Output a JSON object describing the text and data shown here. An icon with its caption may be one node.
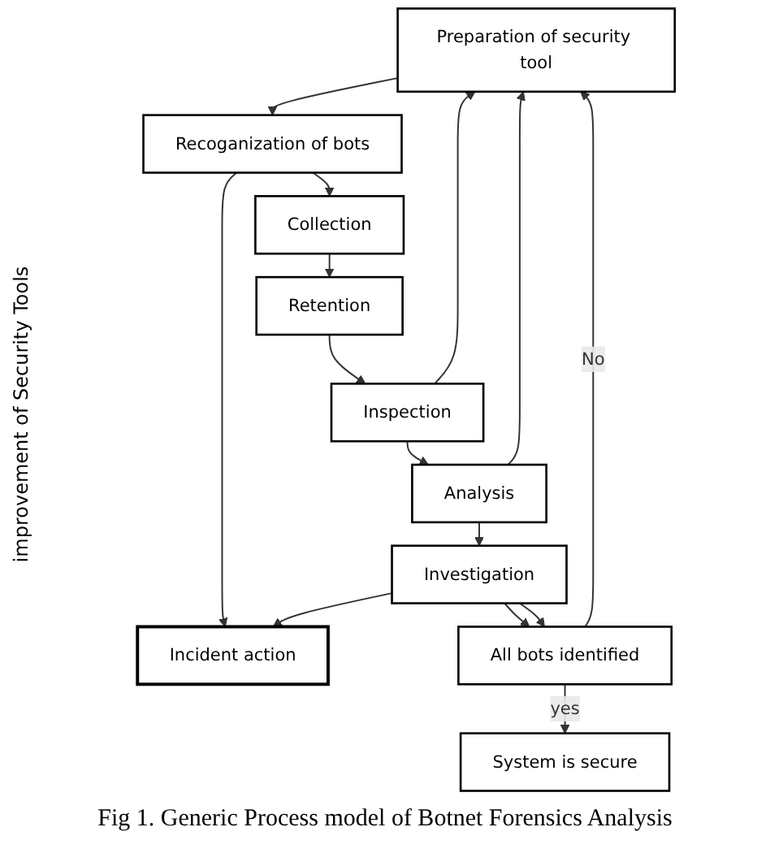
{
  "diagram": {
    "caption": "Fig 1. Generic Process model of Botnet Forensics Analysis",
    "nodes": [
      {
        "text": [
          "Preparation of security tool"
        ]
      },
      {
        "text": [
          "Recoganization of bots"
        ]
      },
      {
        "text": [
          "Incident action"
        ]
      },
      {
        "text": [
          "Collection"
        ]
      },
      {
        "text": [
          "Retention"
        ]
      },
      {
        "text": [
          "Inspection"
        ]
      },
      {
        "text": [
          "Analysis"
        ]
      },
      {
        "text": [
          "Investigation"
        ]
      },
      {
        "text": [
          "All bots identified"
        ]
      },
      {
        "text": [
          "System is secure"
        ]
      }
    ],
    "edges": [
      {
        "from": 0,
        "to": 1,
        "arrow": "to"
      },
      {
        "from": 1,
        "to": 2,
        "arrow": "to"
      },
      {
        "from": 1,
        "to": 3,
        "arrow": "to"
      },
      {
        "from": 3,
        "to": 4,
        "arrow": "to"
      },
      {
        "from": 4,
        "to": 5,
        "arrow": "to"
      },
      {
        "from": 5,
        "to": 6,
        "arrow": "to"
      },
      {
        "from": 6,
        "to": 7,
        "arrow": "to"
      },
      {
        "from": 7,
        "to": 8,
        "arrow": "to"
      },
      {
        "from": 8,
        "to": 9,
        "label": "yes",
        "arrow": "to"
      },
      {
        "from": 7,
        "to": 2,
        "arrow": "to"
      },
      {
        "from": 7,
        "to": 8,
        "arrow": "to"
      },
      {
        "from": 5,
        "to": 0,
        "arrow": "to"
      },
      {
        "from": 6,
        "to": 0,
        "arrow": "to"
      },
      {
        "from": 8,
        "to": 0,
        "label": "No",
        "arrow": "to"
      }
    ],
    "labels": [
      "improvement of Security Tools"
    ]
  }
}
